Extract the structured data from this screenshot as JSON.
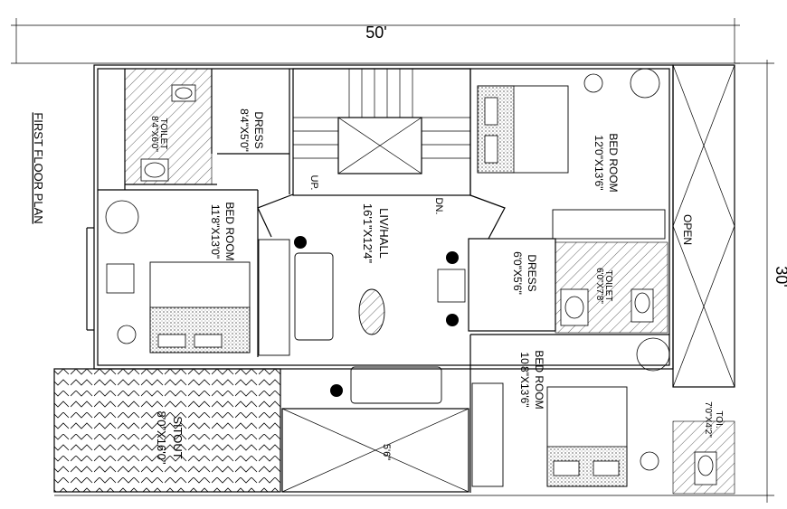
{
  "plan": {
    "title": "FIRST FLOOR PLAN",
    "overall_width": "50'",
    "overall_depth": "30'"
  },
  "rooms": {
    "toilet_1": {
      "name": "TOILET",
      "size": "8'4\"X6'0\""
    },
    "dress_1": {
      "name": "DRESS",
      "size": "8'4\"X5'0\""
    },
    "bedroom_1": {
      "name": "BED ROOM",
      "size": "11'8\"X13'0\""
    },
    "liv_hall": {
      "name": "LIV/HALL",
      "size": "16'1\"X12'4\""
    },
    "bedroom_2": {
      "name": "BED ROOM",
      "size": "12'0\"X13'6\""
    },
    "dress_2": {
      "name": "DRESS",
      "size": "6'0\"X5'6\""
    },
    "toilet_2": {
      "name": "TOILET",
      "size": "6'0\"X7'8\""
    },
    "open": {
      "name": "OPEN"
    },
    "bedroom_3": {
      "name": "BED ROOM",
      "size": "10'8\"X13'6\""
    },
    "toilet_3": {
      "name": "TOI.",
      "size": "7'0\"X4'2\""
    },
    "sitout": {
      "name": "SITOUT",
      "size": "8'0\"X16'0\""
    },
    "balcony_dim": "5'6\""
  },
  "stair": {
    "up_label": "UP.",
    "down_label": "DN."
  }
}
